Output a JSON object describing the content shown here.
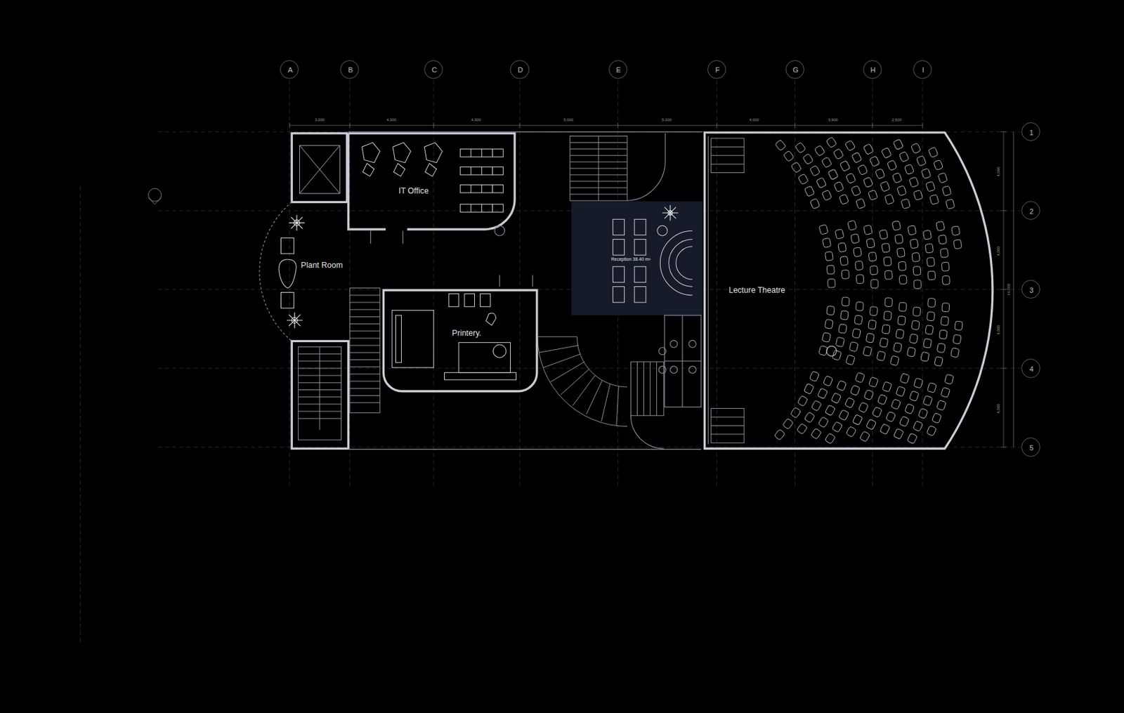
{
  "diagram": {
    "nodes": [
      {
        "text": [
          "IT Office"
        ]
      },
      {
        "text": [
          "Plant Room"
        ]
      },
      {
        "text": [
          "Printery."
        ]
      },
      {
        "text": [
          "Reception 38.40 m²"
        ]
      },
      {
        "text": [
          "Lecture Theatre"
        ]
      },
      {
        "text": [
          "A"
        ]
      },
      {
        "text": [
          "B"
        ]
      },
      {
        "text": [
          "C"
        ]
      },
      {
        "text": [
          "D"
        ]
      },
      {
        "text": [
          "E"
        ]
      },
      {
        "text": [
          "F"
        ]
      },
      {
        "text": [
          "G"
        ]
      },
      {
        "text": [
          "H"
        ]
      },
      {
        "text": [
          "I"
        ]
      },
      {
        "text": [
          "1"
        ]
      },
      {
        "text": [
          "2"
        ]
      },
      {
        "text": [
          "3"
        ]
      },
      {
        "text": [
          "4"
        ]
      },
      {
        "text": [
          "5"
        ]
      }
    ],
    "labels": [
      "3,000",
      "4,300",
      "4,300",
      "5,000",
      "5,000",
      "4,000",
      "3,900",
      "2,500",
      "4,000",
      "4,000",
      "16,000",
      "4,000",
      "4,000"
    ]
  }
}
